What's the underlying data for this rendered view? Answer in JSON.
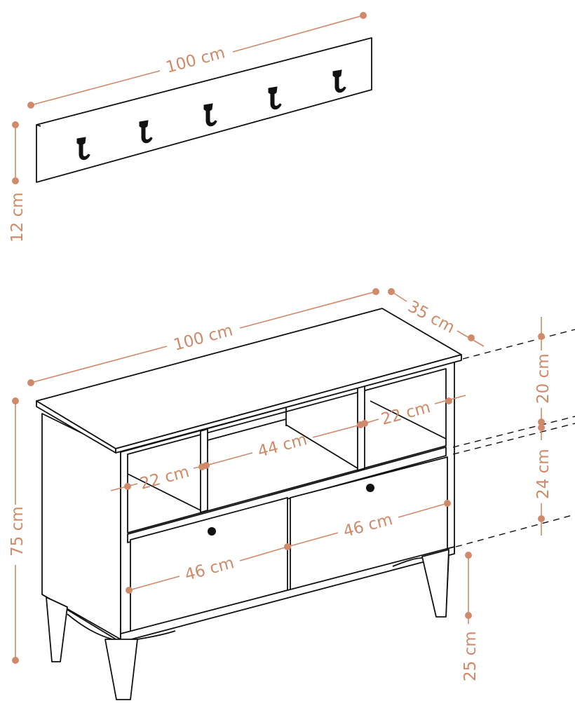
{
  "diagram": {
    "accent_color": "#d08a6a",
    "line_color": "#111111",
    "hook_count": 5,
    "dimensions": {
      "rack_width": "100 cm",
      "rack_height": "12 cm",
      "cabinet_width": "100 cm",
      "cabinet_depth": "35 cm",
      "cabinet_height": "75 cm",
      "shelf_height": "20 cm",
      "drawer_height": "24 cm",
      "leg_height": "25 cm",
      "shelf_left": "22 cm",
      "shelf_middle": "44 cm",
      "shelf_right": "22 cm",
      "drawer_left": "46 cm",
      "drawer_right": "46 cm"
    }
  }
}
